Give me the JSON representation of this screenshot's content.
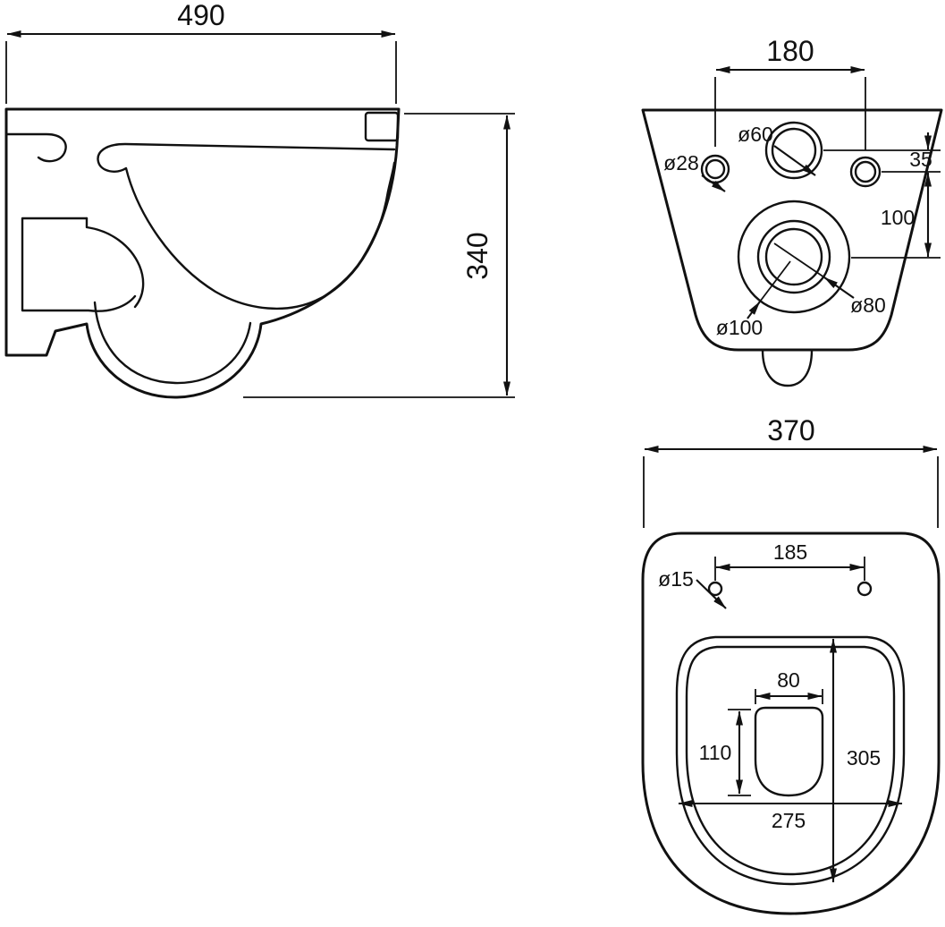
{
  "drawing": {
    "background": "#ffffff",
    "ink": "#111111",
    "side_view": {
      "width": "490",
      "height": "340"
    },
    "back_view": {
      "mount_hole_spacing": "180",
      "water_inlet_diameter": "ø60",
      "left_fixing_hole_diameter": "ø28",
      "fixing_hole_vertical_offset": "35",
      "outlet_vertical_offset": "100",
      "outlet_outer_diameter": "ø100",
      "outlet_inner_diameter": "ø80"
    },
    "top_view": {
      "width": "370",
      "seat_hole_diameter": "ø15",
      "seat_hole_spacing": "185",
      "flush_opening_width": "80",
      "flush_opening_depth": "110",
      "bowl_inner_length": "305",
      "bowl_inner_width": "275"
    }
  }
}
